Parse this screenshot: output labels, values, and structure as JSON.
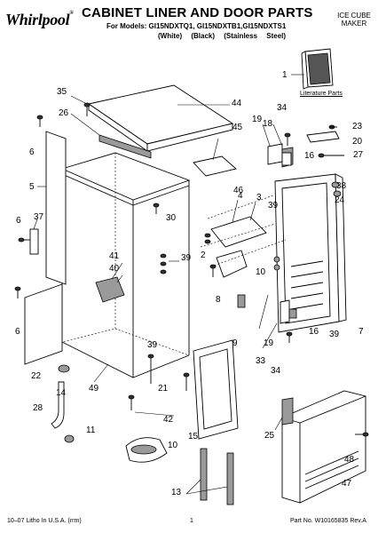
{
  "header": {
    "brand": "Whirlpool",
    "title": "CABINET LINER AND DOOR PARTS",
    "models": "For Models: GI15NDXTQ1, GI15NDXTB1,GI15NDXTS1",
    "variants": "(White)  (Black)  (Stainless Steel)",
    "product_line1": "ICE CUBE",
    "product_line2": "MAKER"
  },
  "diagram": {
    "literature_label": "Literature Parts",
    "callouts": [
      "1",
      "2",
      "3",
      "4",
      "5",
      "6",
      "7",
      "8",
      "9",
      "10",
      "11",
      "13",
      "14",
      "15",
      "16",
      "18",
      "19",
      "20",
      "21",
      "22",
      "23",
      "24",
      "25",
      "26",
      "27",
      "28",
      "30",
      "33",
      "34",
      "35",
      "37",
      "38",
      "39",
      "40",
      "41",
      "42",
      "44",
      "45",
      "46",
      "47",
      "48",
      "49"
    ]
  },
  "footer": {
    "left": "10–07 Litho In U.S.A. (rrm)",
    "page": "1",
    "right": "Part No. W10165835 Rev.A"
  }
}
